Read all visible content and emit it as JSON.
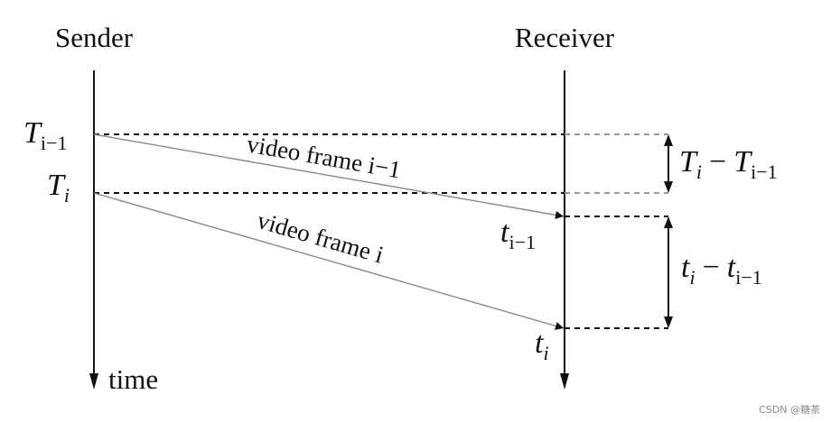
{
  "labels": {
    "sender": "Sender",
    "receiver": "Receiver",
    "time": "time",
    "frame_prev": "video frame i−1",
    "frame_cur": "video frame i"
  },
  "math": {
    "T_prev": {
      "base": "T",
      "sub": "i−1"
    },
    "T_cur": {
      "base": "T",
      "sub": "i"
    },
    "t_prev": {
      "base": "t",
      "sub": "i−1"
    },
    "t_cur": {
      "base": "t",
      "sub": "i"
    },
    "send_interval": {
      "a": "T",
      "a_sub": "i",
      "op": "−",
      "b": "T",
      "b_sub": "i−1"
    },
    "recv_interval": {
      "a": "t",
      "a_sub": "i",
      "op": "−",
      "b": "t",
      "b_sub": "i−1"
    }
  },
  "watermark": "CSDN @糖茶",
  "colors": {
    "line": "#111111",
    "arrow_line": "#888888",
    "dash_gray": "#999999"
  }
}
